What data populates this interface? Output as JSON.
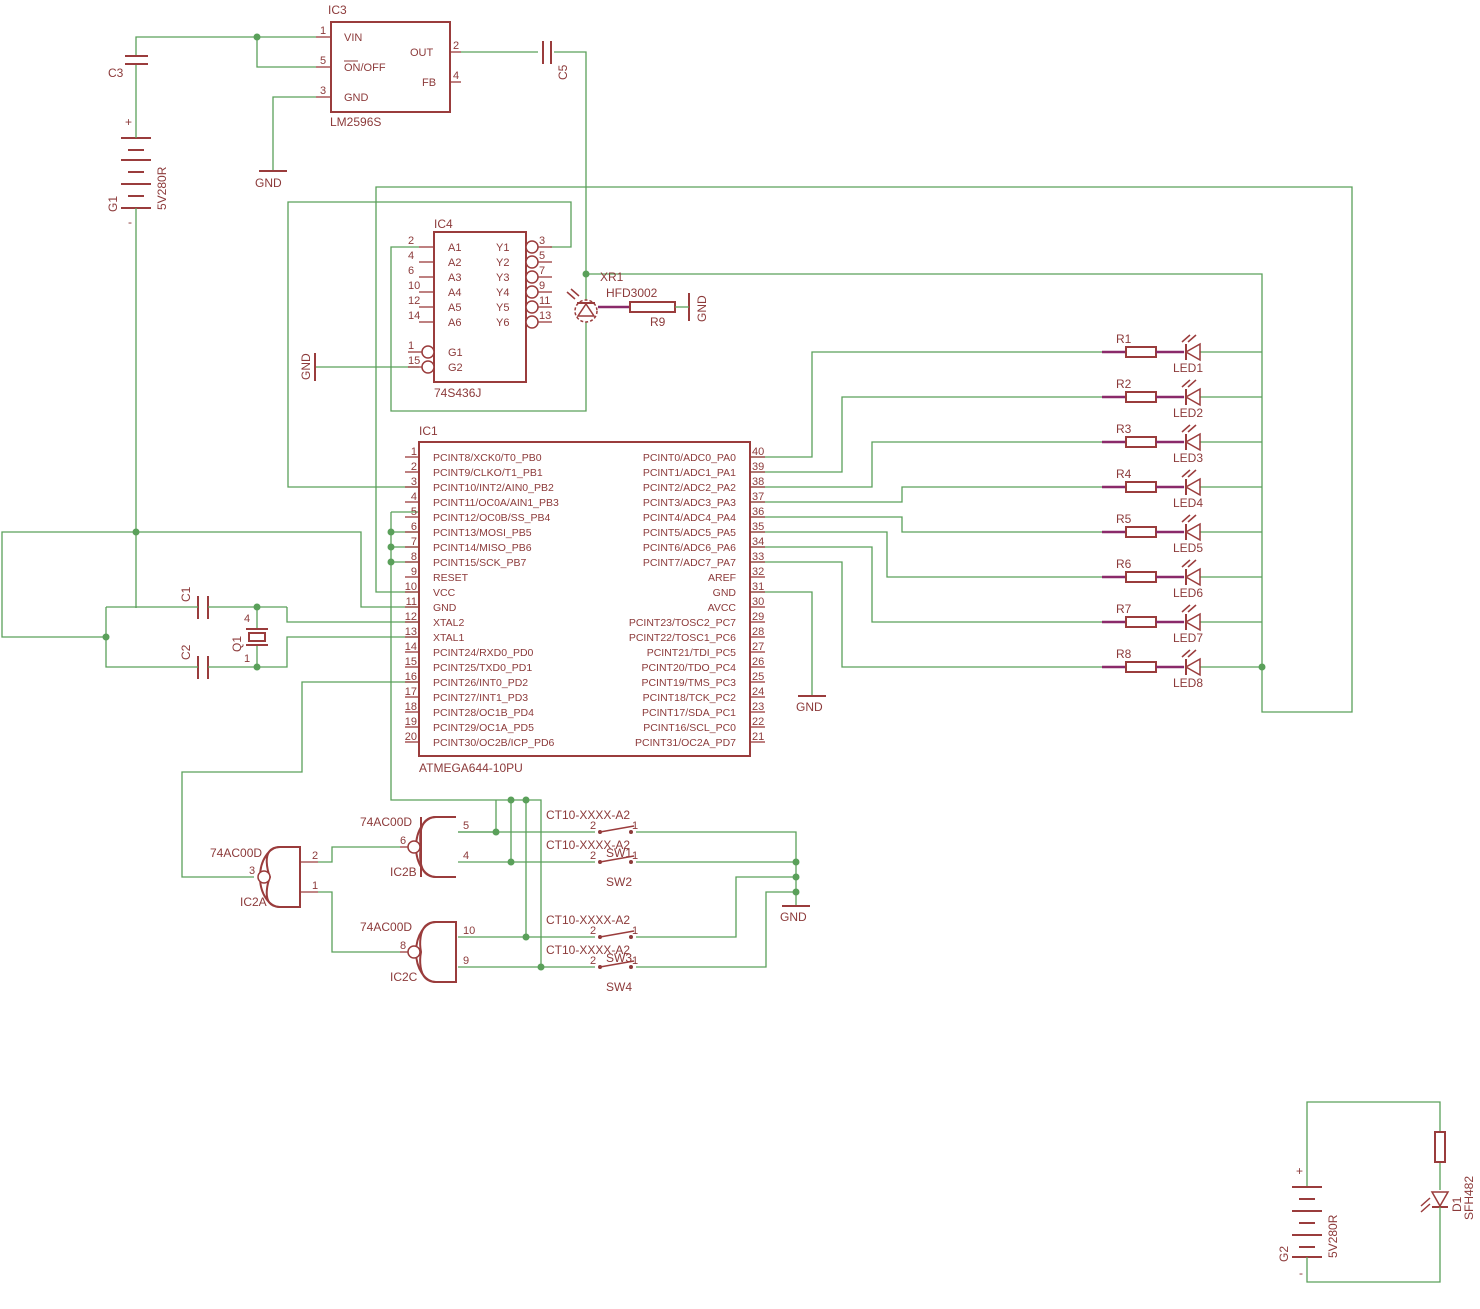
{
  "ic3": {
    "name": "IC3",
    "part": "LM2596S",
    "pins": [
      "VIN",
      "ON/OFF",
      "GND",
      "OUT",
      "FB"
    ],
    "nums": [
      "1",
      "5",
      "3",
      "2",
      "4"
    ]
  },
  "c3": "C3",
  "c5": "C5",
  "g1": {
    "name": "G1",
    "value": "5V280R",
    "plus": "+",
    "minus": "-"
  },
  "gnd": "GND",
  "ic4": {
    "name": "IC4",
    "part": "74S436J",
    "left": [
      "A1",
      "A2",
      "A3",
      "A4",
      "A5",
      "A6",
      "G1",
      "G2"
    ],
    "leftnums": [
      "2",
      "4",
      "6",
      "10",
      "12",
      "14",
      "1",
      "15"
    ],
    "right": [
      "Y1",
      "Y2",
      "Y3",
      "Y4",
      "Y5",
      "Y6"
    ],
    "rightnums": [
      "3",
      "5",
      "7",
      "9",
      "11",
      "13"
    ]
  },
  "xr1": {
    "name": "XR1",
    "part": "HFD3002"
  },
  "r9": "R9",
  "leds": [
    {
      "r": "R1",
      "led": "LED1"
    },
    {
      "r": "R2",
      "led": "LED2"
    },
    {
      "r": "R3",
      "led": "LED3"
    },
    {
      "r": "R4",
      "led": "LED4"
    },
    {
      "r": "R5",
      "led": "LED5"
    },
    {
      "r": "R6",
      "led": "LED6"
    },
    {
      "r": "R7",
      "led": "LED7"
    },
    {
      "r": "R8",
      "led": "LED8"
    }
  ],
  "ic1": {
    "name": "IC1",
    "part": "ATMEGA644-10PU",
    "left": [
      "PCINT8/XCK0/T0_PB0",
      "PCINT9/CLKO/T1_PB1",
      "PCINT10/INT2/AIN0_PB2",
      "PCINT11/OC0A/AIN1_PB3",
      "PCINT12/OC0B/SS_PB4",
      "PCINT13/MOSI_PB5",
      "PCINT14/MISO_PB6",
      "PCINT15/SCK_PB7",
      "RESET",
      "VCC",
      "GND",
      "XTAL2",
      "XTAL1",
      "PCINT24/RXD0_PD0",
      "PCINT25/TXD0_PD1",
      "PCINT26/INT0_PD2",
      "PCINT27/INT1_PD3",
      "PCINT28/OC1B_PD4",
      "PCINT29/OC1A_PD5",
      "PCINT30/OC2B/ICP_PD6"
    ],
    "leftnums": [
      "1",
      "2",
      "3",
      "4",
      "5",
      "6",
      "7",
      "8",
      "9",
      "10",
      "11",
      "12",
      "13",
      "14",
      "15",
      "16",
      "17",
      "18",
      "19",
      "20"
    ],
    "right": [
      "PCINT0/ADC0_PA0",
      "PCINT1/ADC1_PA1",
      "PCINT2/ADC2_PA2",
      "PCINT3/ADC3_PA3",
      "PCINT4/ADC4_PA4",
      "PCINT5/ADC5_PA5",
      "PCINT6/ADC6_PA6",
      "PCINT7/ADC7_PA7",
      "AREF",
      "GND",
      "AVCC",
      "PCINT23/TOSC2_PC7",
      "PCINT22/TOSC1_PC6",
      "PCINT21/TDI_PC5",
      "PCINT20/TDO_PC4",
      "PCINT19/TMS_PC3",
      "PCINT18/TCK_PC2",
      "PCINT17/SDA_PC1",
      "PCINT16/SCL_PC0",
      "PCINT31/OC2A_PD7"
    ],
    "rightnums": [
      "40",
      "39",
      "38",
      "37",
      "36",
      "35",
      "34",
      "33",
      "32",
      "31",
      "30",
      "29",
      "28",
      "27",
      "26",
      "25",
      "24",
      "23",
      "22",
      "21"
    ]
  },
  "c1": "C1",
  "c2": "C2",
  "q1": "Q1",
  "q1pins": [
    "4",
    "1"
  ],
  "gates": [
    {
      "part": "74AC00D",
      "name": "IC2B",
      "in1": "6",
      "in2": "5",
      "in3": "4"
    },
    {
      "part": "74AC00D",
      "name": "IC2A",
      "in1": "3",
      "in2": "2",
      "in3": "1"
    },
    {
      "part": "74AC00D",
      "name": "IC2C",
      "in1": "8",
      "in2": "10",
      "in3": "9"
    }
  ],
  "switches": [
    {
      "part": "CT10-XXXX-A2",
      "name": "SW1"
    },
    {
      "part": "CT10-XXXX-A2",
      "name": "SW2"
    },
    {
      "part": "CT10-XXXX-A2",
      "name": "SW3"
    },
    {
      "part": "CT10-XXXX-A2",
      "name": "SW4"
    }
  ],
  "swpins": [
    "2",
    "1"
  ],
  "g2": {
    "name": "G2",
    "value": "5V280R",
    "plus": "+",
    "minus": "-"
  },
  "d1": {
    "name": "D1",
    "part": "SFH482"
  }
}
